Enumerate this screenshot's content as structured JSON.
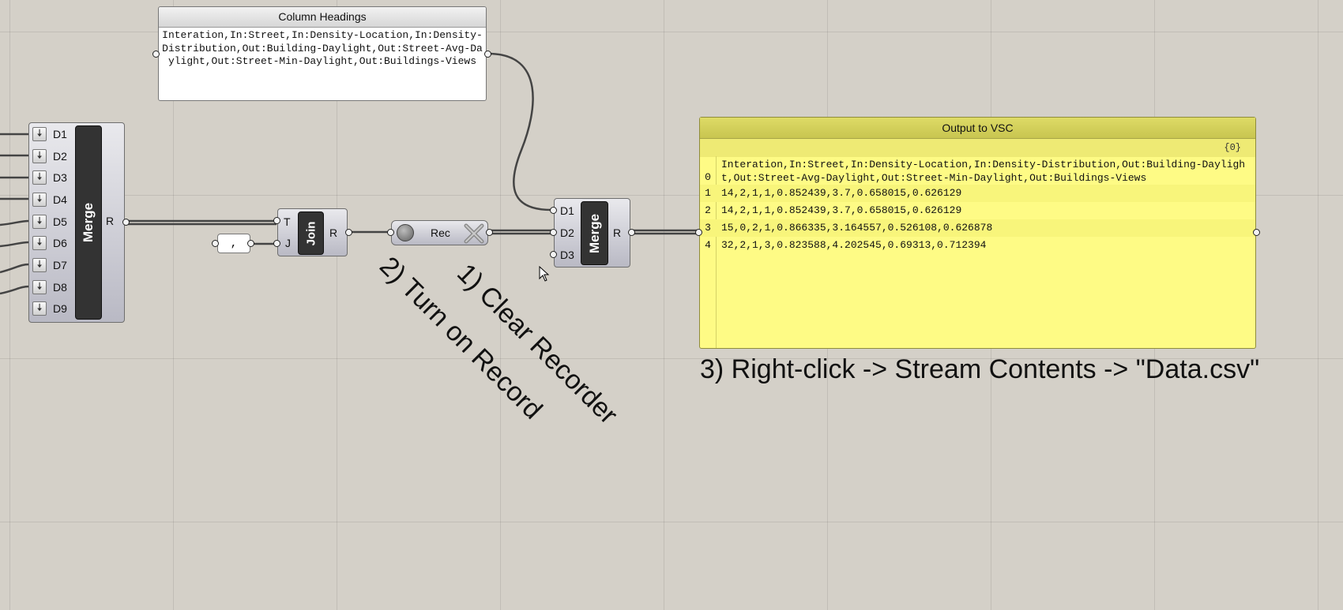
{
  "column_headings": {
    "title": "Column Headings",
    "text": "Interation,In:Street,In:Density-Location,In:Density-Distribution,Out:Building-Daylight,Out:Street-Avg-Daylight,Out:Street-Min-Daylight,Out:Buildings-Views"
  },
  "merge_left": {
    "label": "Merge",
    "inputs": [
      "D1",
      "D2",
      "D3",
      "D4",
      "D5",
      "D6",
      "D7",
      "D8",
      "D9"
    ],
    "output": "R"
  },
  "join": {
    "label": "Join",
    "inputs": [
      "T",
      "J"
    ],
    "output": "R",
    "separator_value": ","
  },
  "recorder": {
    "label": "Rec"
  },
  "merge_right": {
    "label": "Merge",
    "inputs": [
      "D1",
      "D2",
      "D3"
    ],
    "output": "R"
  },
  "output_panel": {
    "title": "Output to VSC",
    "path": "{0}",
    "rows": [
      {
        "index": "0",
        "value": "Interation,In:Street,In:Density-Location,In:Density-Distribution,Out:Building-Daylight,Out:Street-Avg-Daylight,Out:Street-Min-Daylight,Out:Buildings-Views"
      },
      {
        "index": "1",
        "value": "14,2,1,1,0.852439,3.7,0.658015,0.626129"
      },
      {
        "index": "2",
        "value": "14,2,1,1,0.852439,3.7,0.658015,0.626129"
      },
      {
        "index": "3",
        "value": "15,0,2,1,0.866335,3.164557,0.526108,0.626878"
      },
      {
        "index": "4",
        "value": "32,2,1,3,0.823588,4.202545,0.69313,0.712394"
      }
    ]
  },
  "annotations": {
    "step1": "1) Clear Recorder",
    "step2": "2) Turn on Record",
    "step3": "3) Right-click -> Stream Contents -> \"Data.csv\""
  },
  "colors": {
    "canvas": "#d4d0c8",
    "panel_yellow": "#fefb85",
    "wire": "#4a4a4a"
  }
}
